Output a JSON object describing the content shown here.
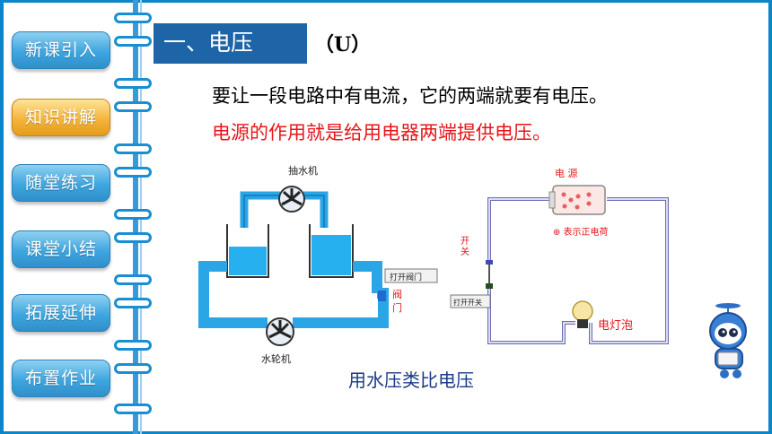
{
  "nav": [
    {
      "label": "新课引入",
      "active": false
    },
    {
      "label": "知识讲解",
      "active": true
    },
    {
      "label": "随堂练习",
      "active": false
    },
    {
      "label": "课堂小结",
      "active": false
    },
    {
      "label": "拓展延伸",
      "active": false
    },
    {
      "label": "布置作业",
      "active": false
    }
  ],
  "title": {
    "heading": "一、电压",
    "symbol": "（U）"
  },
  "body": {
    "line1": "要让一段电路中有电流，它的两端就要有电压。",
    "line2": "电源的作用就是给用电器两端提供电压。"
  },
  "water_diagram": {
    "pump_label": "抽水机",
    "turbine_label": "水轮机",
    "valve_button": "打开阀门",
    "valve_label_1": "阀",
    "valve_label_2": "门"
  },
  "circuit_diagram": {
    "source_label": "电  源",
    "charge_label": "⊕ 表示正电荷",
    "switch_label_1": "开",
    "switch_label_2": "关",
    "switch_button": "打开开关",
    "bulb_label": "电灯泡"
  },
  "caption": "用水压类比电压",
  "colors": {
    "frame": "#0b86c8",
    "title_bg": "#1e65a8",
    "highlight": "#e8141a",
    "nav_active": "#f4b43c",
    "nav": "#3ea6df"
  }
}
